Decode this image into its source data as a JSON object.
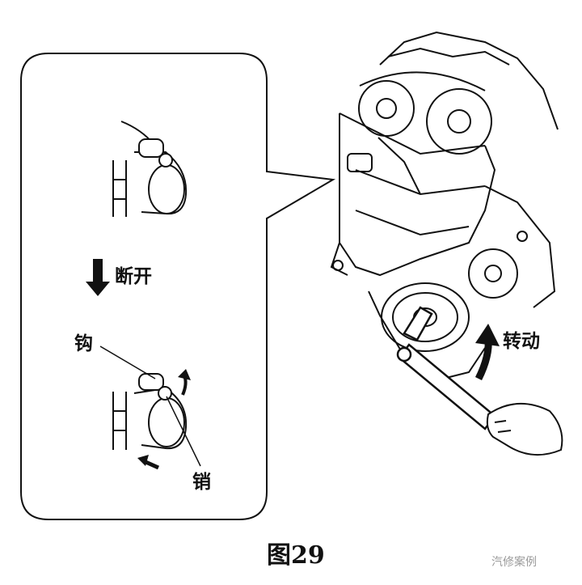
{
  "labels": {
    "disconnect": "断开",
    "hook": "钩",
    "pin": "销",
    "rotate": "转动"
  },
  "caption": "图29",
  "watermark": "汽修案例",
  "colors": {
    "ink": "#111111",
    "paper": "#ffffff",
    "watermark": "#9a9a9a"
  }
}
